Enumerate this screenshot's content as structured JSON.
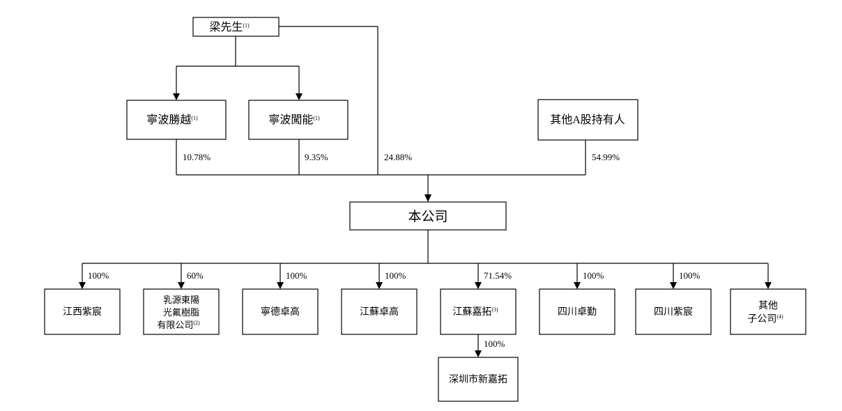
{
  "nodes": {
    "mr_liang": {
      "label": "梁先生",
      "note": "(1)"
    },
    "ningbo_shengyue": {
      "label": "寧波勝越",
      "note": "(1)"
    },
    "ningbo_chuangneng": {
      "label": "寧波闖能",
      "note": "(1)"
    },
    "other_a_holders": {
      "label": "其他A股持有人"
    },
    "company": {
      "label": "本公司"
    },
    "jiangxi_zichen": {
      "label": "江西紫宸"
    },
    "ruyuan": {
      "lines": [
        "乳源東陽",
        "光氟樹脂",
        "有限公司"
      ],
      "note": "(2)"
    },
    "ningde_zhuogao": {
      "label": "寧德卓高"
    },
    "jiangsu_zhuogao": {
      "label": "江蘇卓高"
    },
    "jiangsu_jiatuo": {
      "label": "江蘇嘉拓",
      "note": "(3)"
    },
    "sichuan_zhuoqin": {
      "label": "四川卓勤"
    },
    "sichuan_zichen": {
      "label": "四川紫宸"
    },
    "other_subs": {
      "lines": [
        "其他",
        "子公司"
      ],
      "note": "(4)"
    },
    "shenzhen_xinjiatuo": {
      "label": "深圳市新嘉拓"
    }
  },
  "percentages": {
    "ningbo_shengyue": "10.78%",
    "ningbo_chuangneng": "9.35%",
    "mr_liang": "24.88%",
    "other_a_holders": "54.99%",
    "jiangxi_zichen": "100%",
    "ruyuan": "60%",
    "ningde_zhuogao": "100%",
    "jiangsu_zhuogao": "100%",
    "jiangsu_jiatuo": "71.54%",
    "sichuan_zhuoqin": "100%",
    "sichuan_zichen": "100%",
    "shenzhen_xinjiatuo": "100%"
  }
}
